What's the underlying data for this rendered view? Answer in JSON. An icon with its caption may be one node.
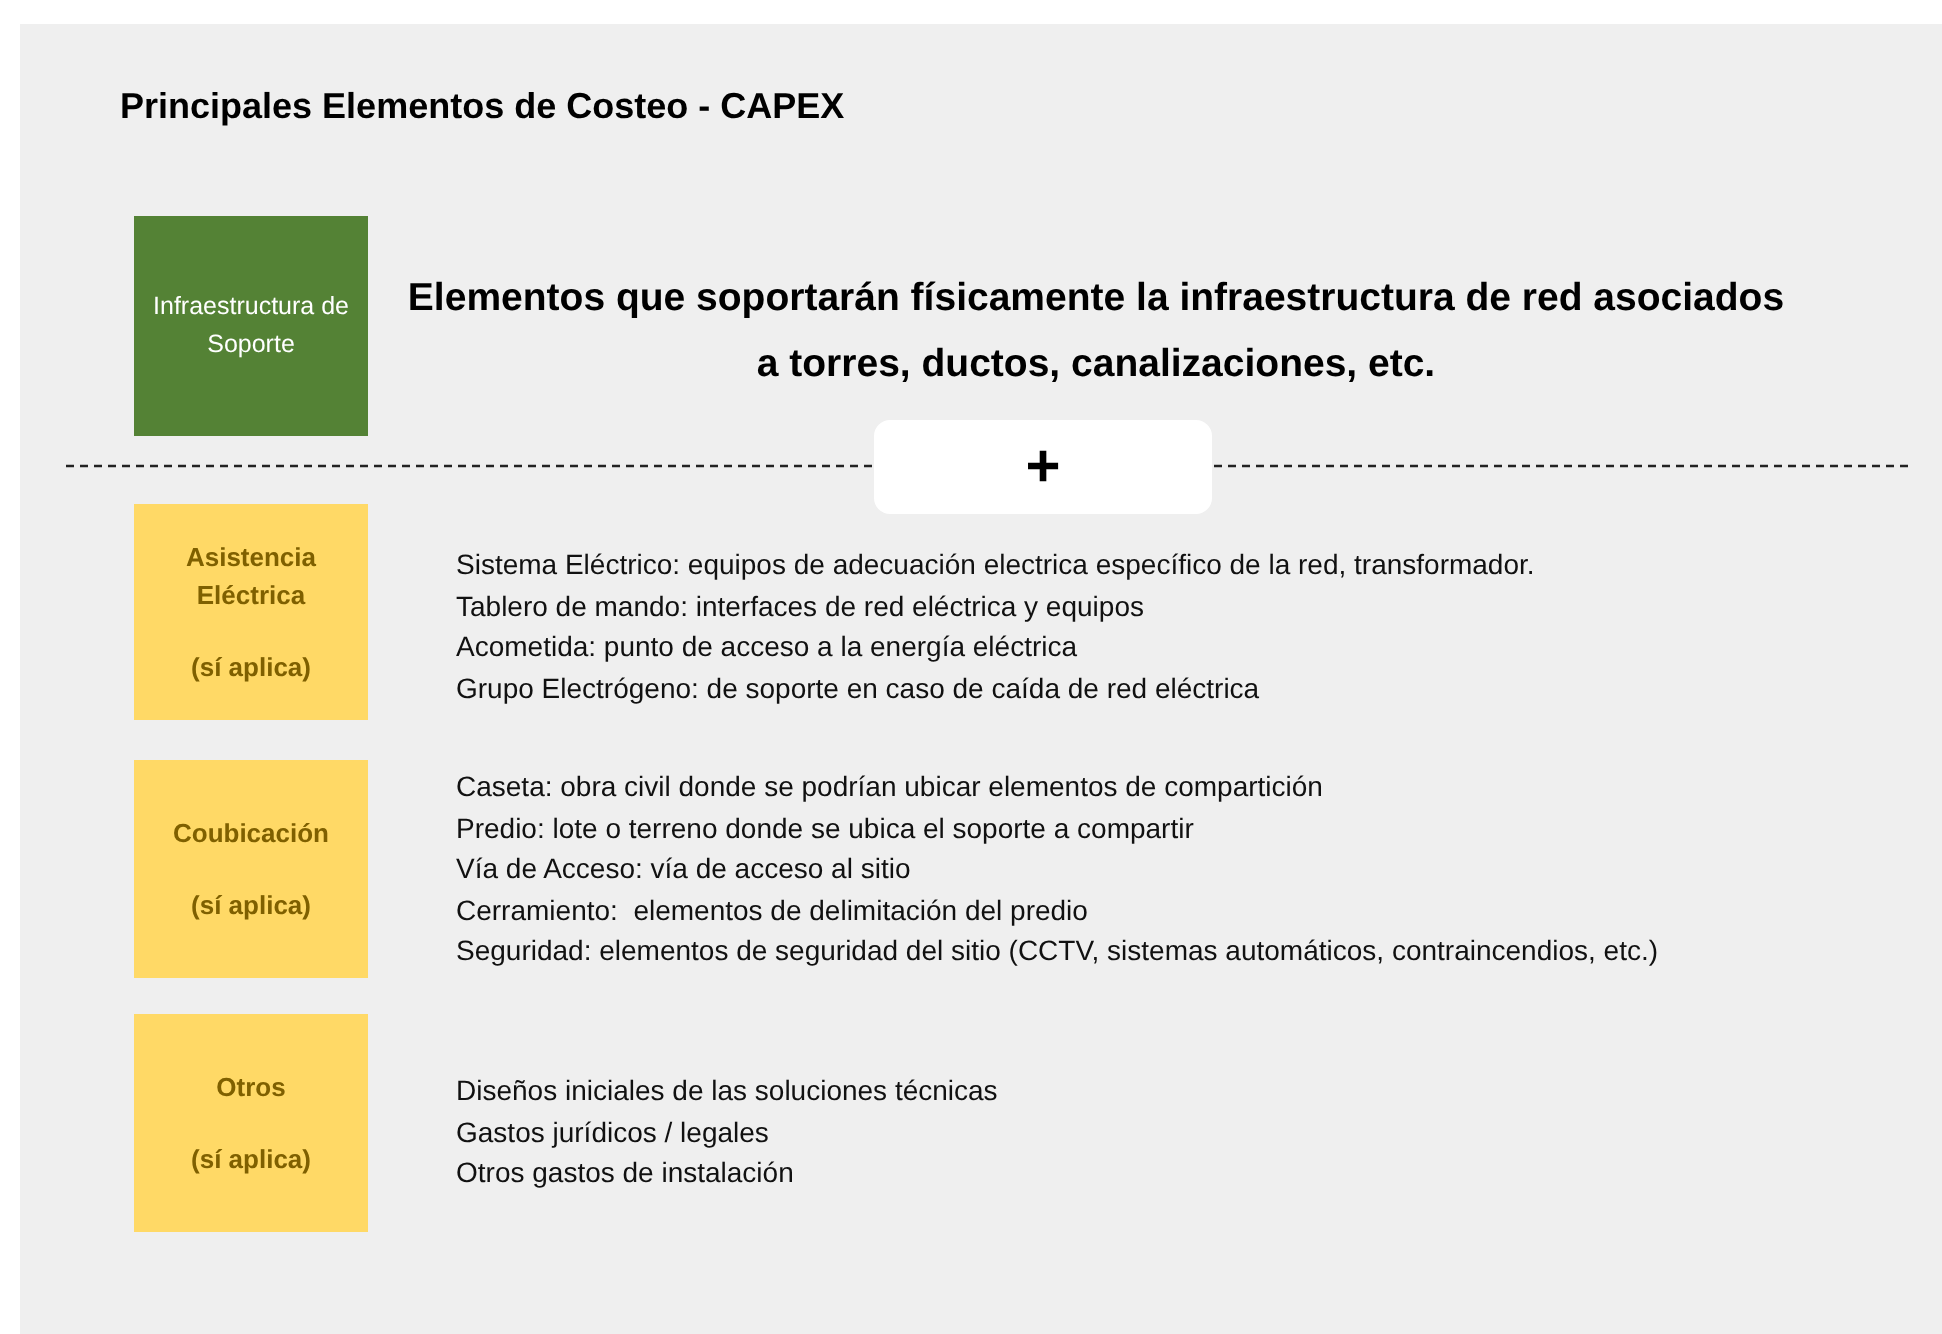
{
  "diagram": {
    "title": "Principales Elementos de Costeo - CAPEX",
    "nodes": [
      {
        "text": [
          "Infraestructura de Soporte"
        ],
        "beside": [
          "Elementos que soportarán físicamente la infraestructura de red asociados a torres, ductos, canalizaciones, etc."
        ]
      },
      {
        "text": [
          "+"
        ]
      },
      {
        "text": [
          "Asistencia Eléctrica",
          "(sí aplica)"
        ],
        "beside": [
          "Sistema Eléctrico: equipos de adecuación electrica específico de la red, transformador.",
          "Tablero de mando: interfaces de red eléctrica y equipos",
          "Acometida: punto de acceso a la energía eléctrica",
          "Grupo Electrógeno: de soporte en caso de caída de red eléctrica"
        ]
      },
      {
        "text": [
          "Coubicación",
          "(sí aplica)"
        ],
        "beside": [
          "Caseta: obra civil donde se podrían ubicar elementos de compartición",
          "Predio: lote o terreno donde se ubica el soporte a compartir",
          "Vía de Acceso: vía de acceso al sitio",
          "Cerramiento:  elementos de delimitación del predio",
          "Seguridad: elementos de seguridad del sitio (CCTV, sistemas automáticos, contraincendios, etc.)"
        ]
      },
      {
        "text": [
          "Otros",
          "(sí aplica)"
        ],
        "beside": [
          "Diseños iniciales de las soluciones técnicas",
          "Gastos jurídicos / legales",
          "Otros gastos de instalación"
        ]
      }
    ]
  }
}
